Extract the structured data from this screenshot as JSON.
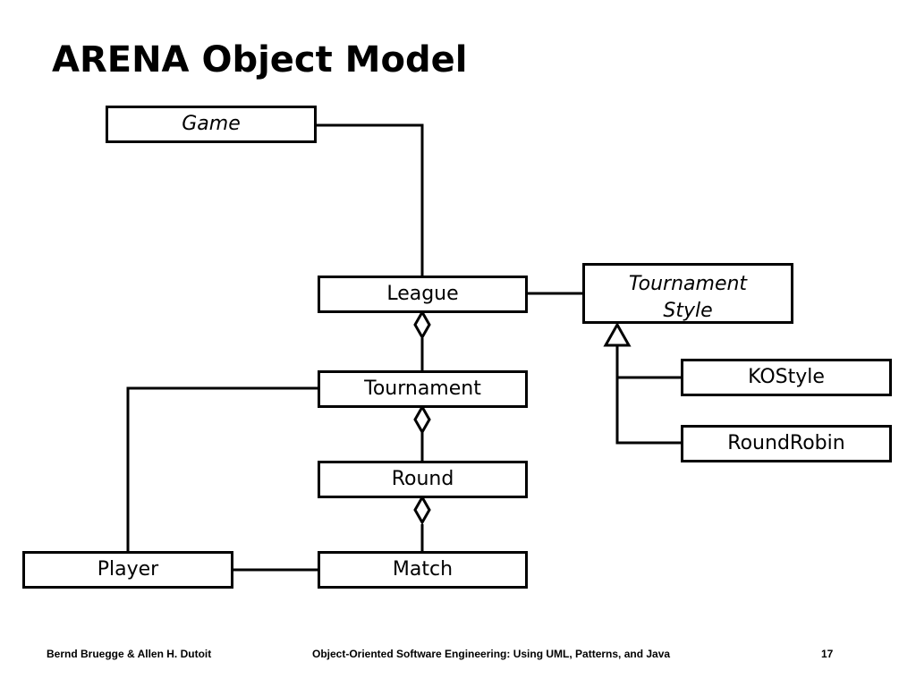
{
  "title": "ARENA Object Model",
  "classes": {
    "game": "Game",
    "league": "League",
    "tournament_style": {
      "line1": "Tournament",
      "line2": "Style"
    },
    "tournament": "Tournament",
    "round": "Round",
    "match": "Match",
    "player": "Player",
    "kostyle": "KOStyle",
    "roundrobin": "RoundRobin"
  },
  "footer": {
    "authors": "Bernd Bruegge & Allen H. Dutoit",
    "book": "Object-Oriented Software Engineering: Using UML, Patterns, and Java",
    "page": "17"
  }
}
